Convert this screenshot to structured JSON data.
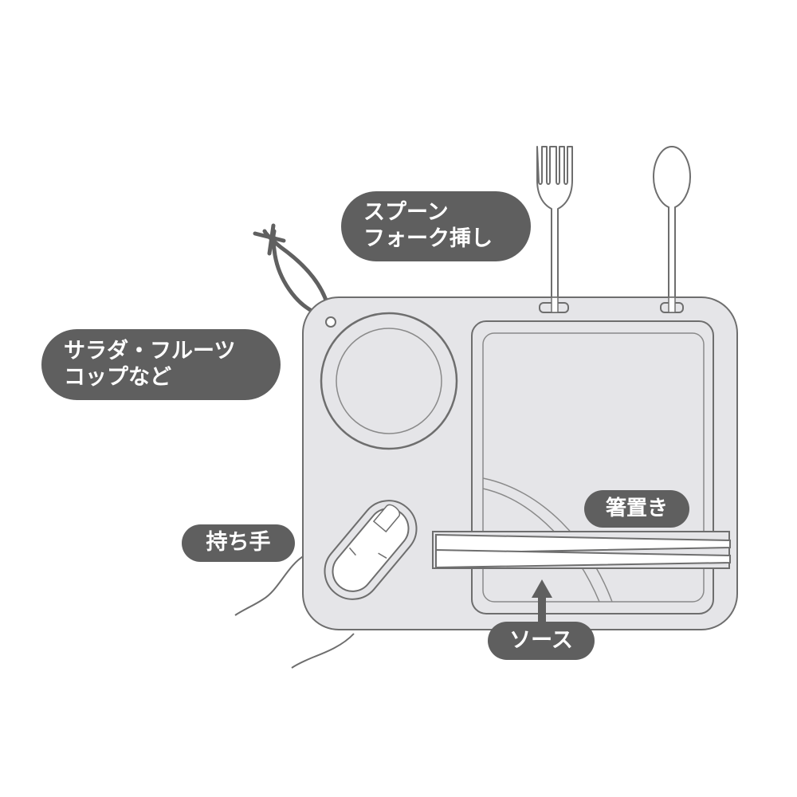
{
  "diagram": {
    "subject": "kids lunch tray with compartments",
    "colors": {
      "background": "#ffffff",
      "tray_fill": "#e5e5e8",
      "outline": "#6e6e6e",
      "label_bg": "#5f5f5f",
      "label_text": "#ffffff",
      "utensil_fill": "#ffffff"
    },
    "labels": {
      "utensil_holder": {
        "line1": "スプーン",
        "line2": "フォーク挿し"
      },
      "cup_area": {
        "line1": "サラダ・フルーツ",
        "line2": "コップなど"
      },
      "handle": {
        "text": "持ち手"
      },
      "chopstick_rest": {
        "text": "箸置き"
      },
      "sauce": {
        "text": "ソース"
      }
    },
    "parts": [
      "fork",
      "spoon",
      "strap-loop",
      "round-cup-well",
      "main-compartment",
      "sauce-section",
      "finger-handle",
      "chopsticks"
    ]
  }
}
